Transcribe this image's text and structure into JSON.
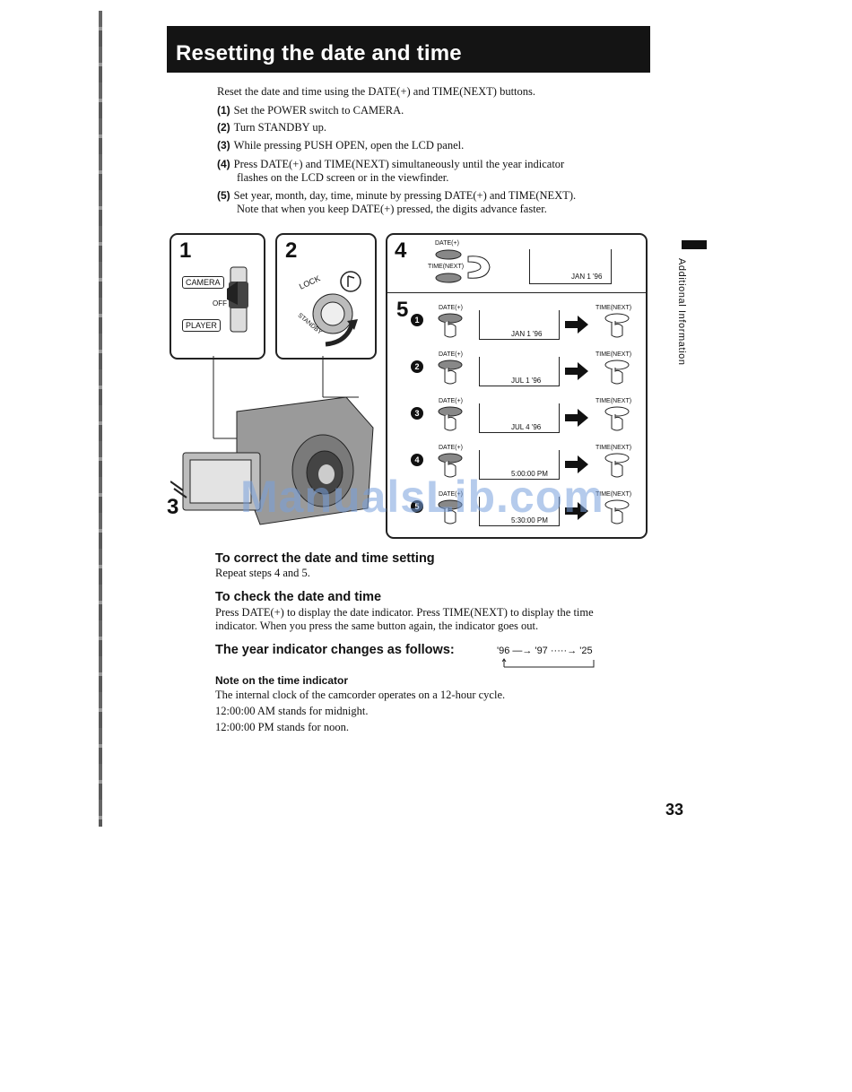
{
  "header": {
    "title": "Resetting the date and time"
  },
  "intro": "Reset the date and time using the DATE(+) and TIME(NEXT) buttons.",
  "steps": [
    {
      "num": "(1)",
      "text": "Set the POWER switch to CAMERA.",
      "cont": ""
    },
    {
      "num": "(2)",
      "text": "Turn STANDBY up.",
      "cont": ""
    },
    {
      "num": "(3)",
      "text": "While pressing PUSH OPEN, open the LCD panel.",
      "cont": ""
    },
    {
      "num": "(4)",
      "text": "Press DATE(+) and TIME(NEXT) simultaneously until the year indicator",
      "cont": "flashes on the LCD screen or in the viewfinder."
    },
    {
      "num": "(5)",
      "text": "Set year, month, day, time, minute by pressing DATE(+) and TIME(NEXT).",
      "cont": "Note that when you keep DATE(+) pressed, the digits advance faster."
    }
  ],
  "figure": {
    "panel1": {
      "num": "1",
      "camera": "CAMERA",
      "off": "OFF",
      "player": "PLAYER"
    },
    "panel2": {
      "num": "2",
      "lock": "LOCK",
      "standby": "STANDBY"
    },
    "panel3": {
      "num": "3"
    },
    "panel4": {
      "num": "4",
      "date_btn": "DATE(+)",
      "time_btn": "TIME(NEXT)",
      "display": "JAN 1 '96"
    },
    "panel5": {
      "num": "5",
      "date_btn": "DATE(+)",
      "time_btn": "TIME(NEXT)",
      "rows": [
        {
          "marker": "1",
          "display": "JAN 1 '96"
        },
        {
          "marker": "2",
          "display": "JUL 1 '96"
        },
        {
          "marker": "3",
          "display": "JUL 4 '96"
        },
        {
          "marker": "4",
          "display": "5:00:00 PM"
        },
        {
          "marker": "5",
          "display": "5:30:00 PM"
        }
      ]
    },
    "watermark": "ManualsLib.com"
  },
  "correct": {
    "heading": "To correct the date and time setting",
    "body": "Repeat steps 4 and 5."
  },
  "check": {
    "heading": "To check the date and time",
    "body": "Press DATE(+) to display the date indicator. Press TIME(NEXT) to display the time indicator. When you press the same button again, the indicator goes out."
  },
  "year": {
    "heading": "The year indicator changes as follows:",
    "seq": [
      "'96",
      "'97",
      "'25"
    ]
  },
  "note": {
    "heading": "Note on the time indicator",
    "lines": [
      "The internal clock of the camcorder operates on a 12-hour cycle.",
      "12:00:00 AM stands for midnight.",
      "12:00:00 PM stands for noon."
    ]
  },
  "sidebar": {
    "label": "Additional Information"
  },
  "footer": {
    "page_number": "33"
  }
}
